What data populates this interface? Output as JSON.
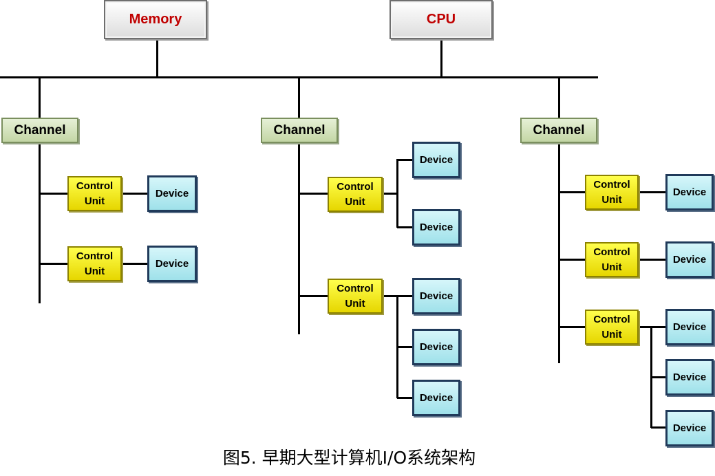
{
  "colors": {
    "top_text": "#c00000",
    "line": "#000000",
    "channel_fill": "#c3d6a5",
    "control_unit_fill": "#ffff00",
    "device_fill": "#bdeef5",
    "device_border": "#203a5a"
  },
  "top": {
    "memory_label": "Memory",
    "cpu_label": "CPU"
  },
  "channels": [
    {
      "label": "Channel",
      "control_units": [
        {
          "label_line1": "Control",
          "label_line2": "Unit",
          "devices": [
            "Device"
          ]
        },
        {
          "label_line1": "Control",
          "label_line2": "Unit",
          "devices": [
            "Device"
          ]
        }
      ]
    },
    {
      "label": "Channel",
      "control_units": [
        {
          "label_line1": "Control",
          "label_line2": "Unit",
          "devices": [
            "Device",
            "Device"
          ]
        },
        {
          "label_line1": "Control",
          "label_line2": "Unit",
          "devices": [
            "Device",
            "Device",
            "Device"
          ]
        }
      ]
    },
    {
      "label": "Channel",
      "control_units": [
        {
          "label_line1": "Control",
          "label_line2": "Unit",
          "devices": [
            "Device"
          ]
        },
        {
          "label_line1": "Control",
          "label_line2": "Unit",
          "devices": [
            "Device"
          ]
        },
        {
          "label_line1": "Control",
          "label_line2": "Unit",
          "devices": [
            "Device",
            "Device",
            "Device"
          ]
        }
      ]
    }
  ],
  "caption": "图5.  早期大型计算机I/O系统架构"
}
